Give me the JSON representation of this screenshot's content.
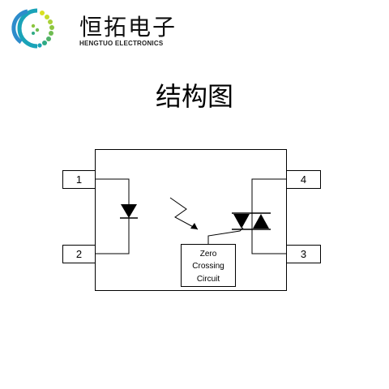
{
  "brand": {
    "name_cn": "恒拓电子",
    "name_en": "HENGTUO ELECTRONICS",
    "colors": {
      "teal": "#1aa3b8",
      "green": "#8cc63f",
      "yellow": "#d9e021",
      "blue": "#2d8ccb"
    }
  },
  "title": "结构图",
  "diagram": {
    "pins": [
      {
        "number": "1"
      },
      {
        "number": "2"
      },
      {
        "number": "3"
      },
      {
        "number": "4"
      }
    ],
    "zero_crossing": {
      "line1": "Zero",
      "line2": "Crossing",
      "line3": "Circuit"
    },
    "icons": [
      "led-icon",
      "light-arrow-icon",
      "triac-icon"
    ]
  }
}
